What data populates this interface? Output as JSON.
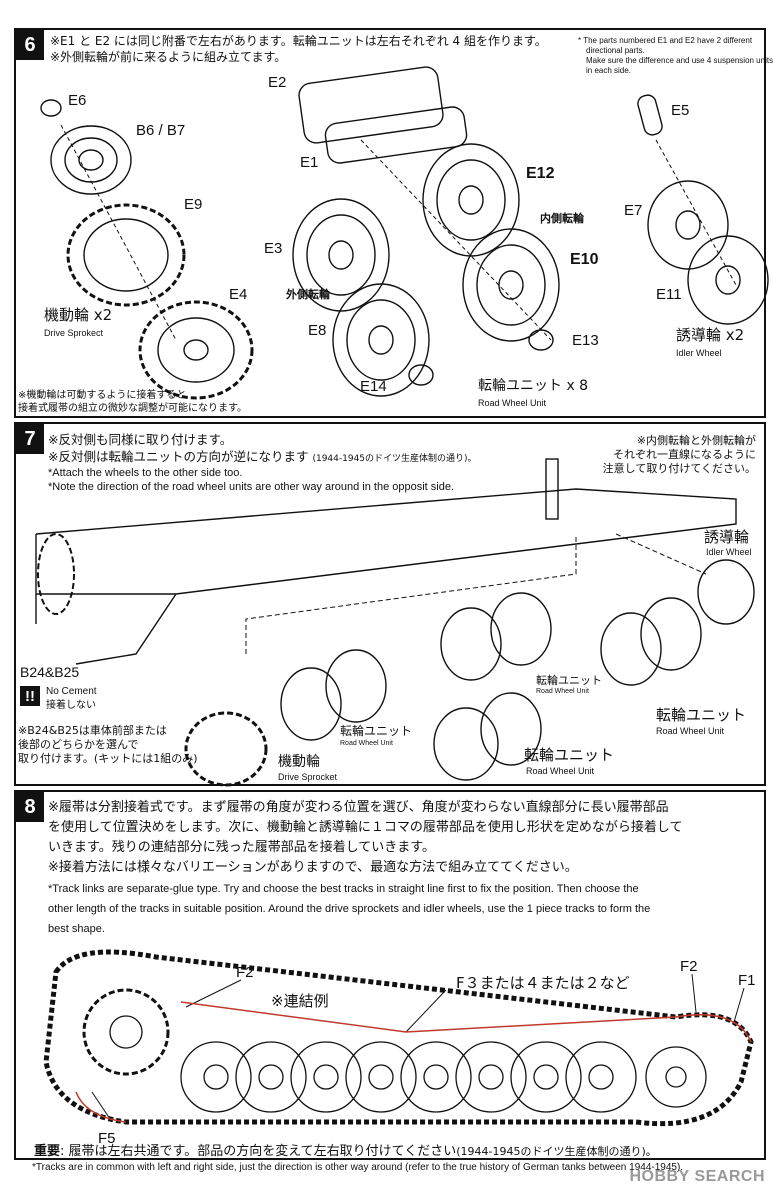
{
  "step6": {
    "number": "6",
    "note1": "※E1 と E2 には同じ附番で左右があります。転輪ユニットは左右それぞれ 4 組を作ります。",
    "note2": "※外側転輪が前に来るように組み立てます。",
    "en_note1": "* The parts numbered E1 and E2 have 2 different",
    "en_note2": "directional parts.",
    "en_note3": "Make sure the difference and use 4 suspension units",
    "en_note4": "in each side.",
    "labels": {
      "e6": "E6",
      "b6b7": "B6 / B7",
      "e9": "E9",
      "e4": "E4",
      "e2": "E2",
      "e1": "E1",
      "e3": "E3",
      "e8": "E8",
      "e14": "E14",
      "e12": "E12",
      "e10": "E10",
      "e13": "E13",
      "e5": "E5",
      "e7": "E7",
      "e11": "E11"
    },
    "outer_wheel": "外側転輪",
    "inner_wheel": "内側転輪",
    "drive_sprocket_jp": "機動輪 x2",
    "drive_sprocket_en": "Drive Sprokect",
    "idler_jp": "誘導輪 x2",
    "idler_en": "Idler Wheel",
    "road_unit_jp": "転輪ユニット x 8",
    "road_unit_en": "Road Wheel Unit",
    "bottom_note1": "※機動輪は可動するように接着すると",
    "bottom_note2": "接着式履帯の組立の微妙な調整が可能になります。"
  },
  "step7": {
    "number": "7",
    "note1": "※反対側も同様に取り付けます。",
    "note2": "※反対側は転輪ユニットの方向が逆になります",
    "note2_small": "(1944-1945のドイツ生産体制の通り)。",
    "en1": "*Attach the wheels to the other side too.",
    "en2": "*Note the direction of the road wheel units are other way around in the opposit side.",
    "right_note1": "※内側転輪と外側転輪が",
    "right_note2": "それぞれ一直線になるように",
    "right_note3": "注意して取り付けてください。",
    "idler_jp": "誘導輪",
    "idler_en": "Idler Wheel",
    "unit_jp": "転輪ユニット",
    "unit_en": "Road Wheel Unit",
    "b24": "B24&B25",
    "no_cement_en": "No Cement",
    "no_cement_jp": "接着しない",
    "warn_mark": "!!",
    "b24_note1": "※B24&B25は車体前部または",
    "b24_note2": "後部のどちらかを選んで",
    "b24_note3": "取り付けます。(キットには1組のみ)",
    "drive_jp": "機動輪",
    "drive_en": "Drive Sprocket"
  },
  "step8": {
    "number": "8",
    "jp1": "※履帯は分割接着式です。まず履帯の角度が変わる位置を選び、角度が変わらない直線部分に長い履帯部品",
    "jp2": "を使用して位置決めをします。次に、機動輪と誘導輪に１コマの履帯部品を使用し形状を定めながら接着して",
    "jp3": "いきます。残りの連結部分に残った履帯部品を接着していきます。",
    "jp4": "※接着方法には様々なバリエーションがありますので、最適な方法で組み立ててください。",
    "en1": "*Track links are separate-glue type. Try and choose the best tracks in straight line first to fix the position. Then choose the",
    "en2": "other length of the tracks in suitable position. Around the drive sprockets and idler wheels, use the 1 piece tracks to form the",
    "en3": "best shape.",
    "example": "※連結例",
    "f_mid": "F３または４または２など",
    "f2a": "F2",
    "f2b": "F2",
    "f1": "F1",
    "f5": "F5",
    "important_label": "重要",
    "important_text": ": 履帯は左右共通です。部品の方向を変えて左右取り付けてください",
    "important_small": "(1944-1945のドイツ生産体制の通り)。",
    "en_foot": "*Tracks are in common with left and right side, just the direction is other way around (refer to the true history of German tanks between 1944-1945)."
  },
  "footer": {
    "logo": "HOBBY SEARCH"
  }
}
